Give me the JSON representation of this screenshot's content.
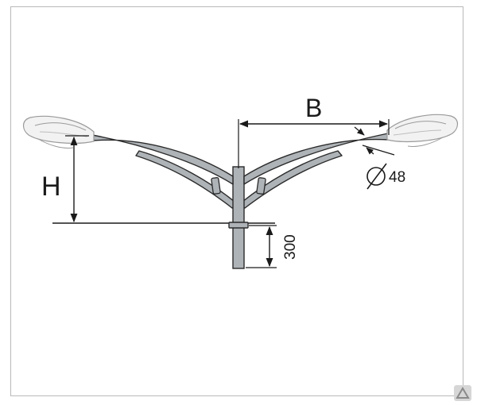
{
  "dimensions": {
    "height_label": "H",
    "reach_label": "B",
    "diameter_label": "48",
    "embed_depth_label": "300"
  },
  "colors": {
    "outline": "#2a2a2a",
    "metal_fill": "#aeb3b7",
    "lamp_fill": "#f2f2f2",
    "frame": "#b9b9b9"
  }
}
